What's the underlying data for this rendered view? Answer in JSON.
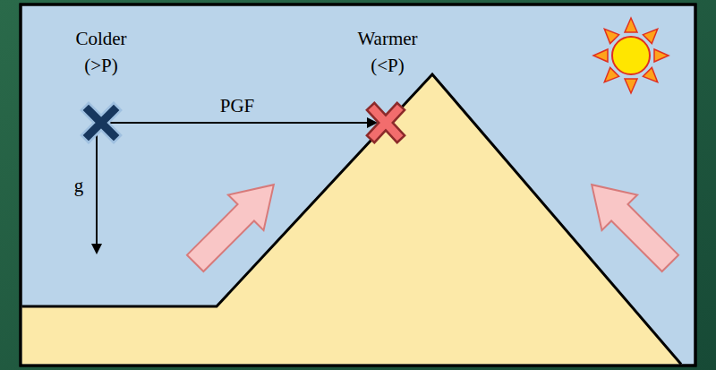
{
  "diagram": {
    "labels": [
      "Colder",
      "(>P)",
      "Warmer",
      "(<P)",
      "PGF",
      "g"
    ]
  }
}
